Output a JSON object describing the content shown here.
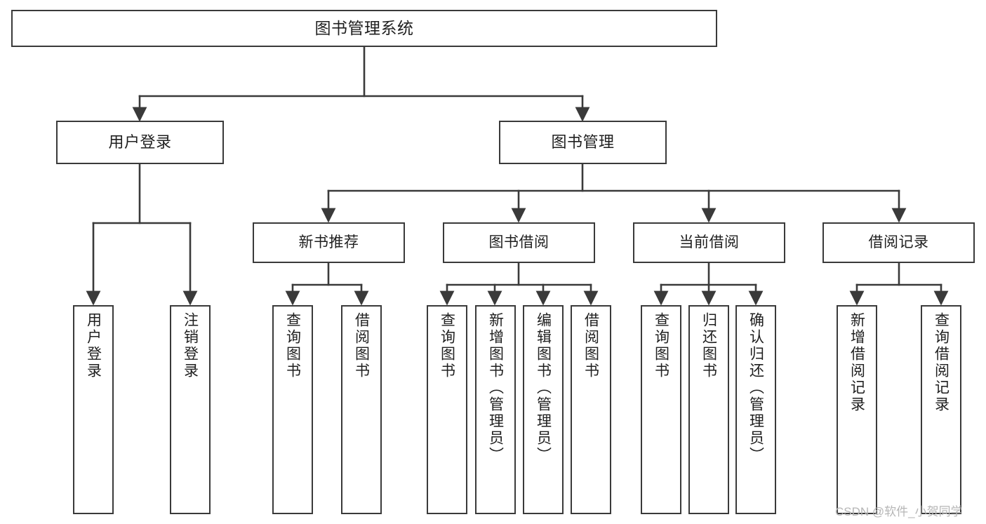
{
  "diagram": {
    "title": "图书管理系统",
    "type": "tree-hierarchy-chart",
    "background_color": "#ffffff",
    "line_color": "#3a3a3a",
    "text_color": "#1f1f1f"
  },
  "root": {
    "label": "图书管理系统"
  },
  "level2": [
    {
      "label": "用户登录"
    },
    {
      "label": "图书管理"
    }
  ],
  "level3": [
    {
      "label": "新书推荐"
    },
    {
      "label": "图书借阅"
    },
    {
      "label": "当前借阅"
    },
    {
      "label": "借阅记录"
    }
  ],
  "leaves": [
    {
      "label": "用户登录",
      "parent": "用户登录"
    },
    {
      "label": "注销登录",
      "parent": "用户登录"
    },
    {
      "label": "查询图书",
      "parent": "新书推荐"
    },
    {
      "label": "借阅图书",
      "parent": "新书推荐"
    },
    {
      "label": "查询图书",
      "parent": "图书借阅"
    },
    {
      "label": "新增图书（管理员）",
      "parent": "图书借阅"
    },
    {
      "label": "编辑图书（管理员）",
      "parent": "图书借阅"
    },
    {
      "label": "借阅图书",
      "parent": "图书借阅"
    },
    {
      "label": "查询图书",
      "parent": "当前借阅"
    },
    {
      "label": "归还图书",
      "parent": "当前借阅"
    },
    {
      "label": "确认归还（管理员）",
      "parent": "当前借阅"
    },
    {
      "label": "新增借阅记录",
      "parent": "借阅记录"
    },
    {
      "label": "查询借阅记录",
      "parent": "借阅记录"
    }
  ],
  "watermark": {
    "text": "CSDN @软件_小贺同学"
  }
}
